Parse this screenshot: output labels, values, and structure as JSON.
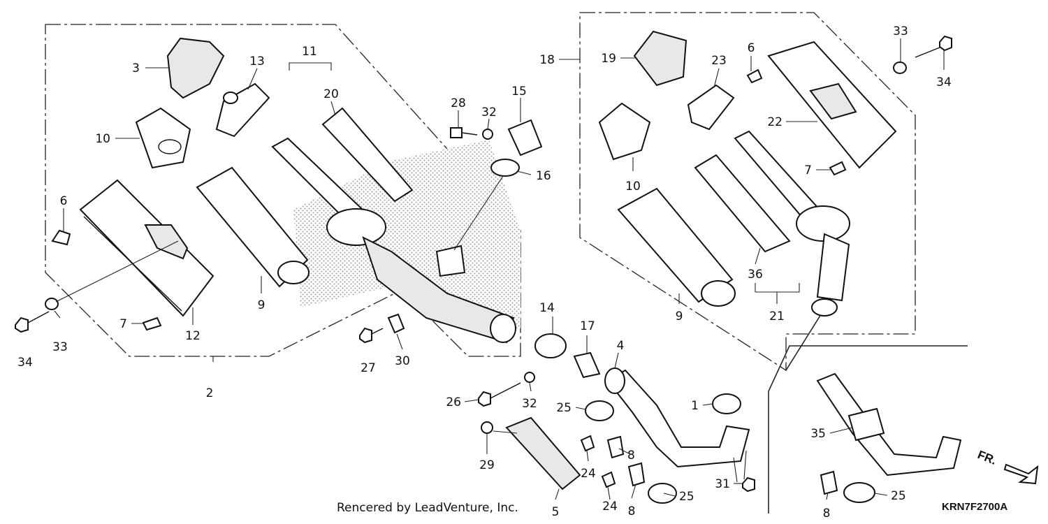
{
  "diagram": {
    "kind": "exploded parts diagram",
    "callouts": [
      {
        "id": "c1",
        "text": "1"
      },
      {
        "id": "c2",
        "text": "2"
      },
      {
        "id": "c3",
        "text": "3"
      },
      {
        "id": "c4",
        "text": "4"
      },
      {
        "id": "c5",
        "text": "5"
      },
      {
        "id": "c6a",
        "text": "6"
      },
      {
        "id": "c6b",
        "text": "6"
      },
      {
        "id": "c7a",
        "text": "7"
      },
      {
        "id": "c7b",
        "text": "7"
      },
      {
        "id": "c8a",
        "text": "8"
      },
      {
        "id": "c8b",
        "text": "8"
      },
      {
        "id": "c8c",
        "text": "8"
      },
      {
        "id": "c9a",
        "text": "9"
      },
      {
        "id": "c9b",
        "text": "9"
      },
      {
        "id": "c10a",
        "text": "10"
      },
      {
        "id": "c10b",
        "text": "10"
      },
      {
        "id": "c11",
        "text": "11"
      },
      {
        "id": "c12",
        "text": "12"
      },
      {
        "id": "c13",
        "text": "13"
      },
      {
        "id": "c14",
        "text": "14"
      },
      {
        "id": "c15",
        "text": "15"
      },
      {
        "id": "c16",
        "text": "16"
      },
      {
        "id": "c17",
        "text": "17"
      },
      {
        "id": "c18",
        "text": "18"
      },
      {
        "id": "c19",
        "text": "19"
      },
      {
        "id": "c20",
        "text": "20"
      },
      {
        "id": "c21",
        "text": "21"
      },
      {
        "id": "c22",
        "text": "22"
      },
      {
        "id": "c23",
        "text": "23"
      },
      {
        "id": "c24a",
        "text": "24"
      },
      {
        "id": "c24b",
        "text": "24"
      },
      {
        "id": "c25a",
        "text": "25"
      },
      {
        "id": "c25b",
        "text": "25"
      },
      {
        "id": "c25c",
        "text": "25"
      },
      {
        "id": "c26",
        "text": "26"
      },
      {
        "id": "c27",
        "text": "27"
      },
      {
        "id": "c28",
        "text": "28"
      },
      {
        "id": "c29",
        "text": "29"
      },
      {
        "id": "c30",
        "text": "30"
      },
      {
        "id": "c31",
        "text": "31"
      },
      {
        "id": "c32a",
        "text": "32"
      },
      {
        "id": "c32b",
        "text": "32"
      },
      {
        "id": "c33a",
        "text": "33"
      },
      {
        "id": "c33b",
        "text": "33"
      },
      {
        "id": "c34a",
        "text": "34"
      },
      {
        "id": "c34b",
        "text": "34"
      },
      {
        "id": "c35",
        "text": "35"
      },
      {
        "id": "c36",
        "text": "36"
      }
    ],
    "footer": "Rencered by LeadVenture, Inc.",
    "diagram_code": "KRN7F2700A",
    "direction_label": "FR."
  }
}
